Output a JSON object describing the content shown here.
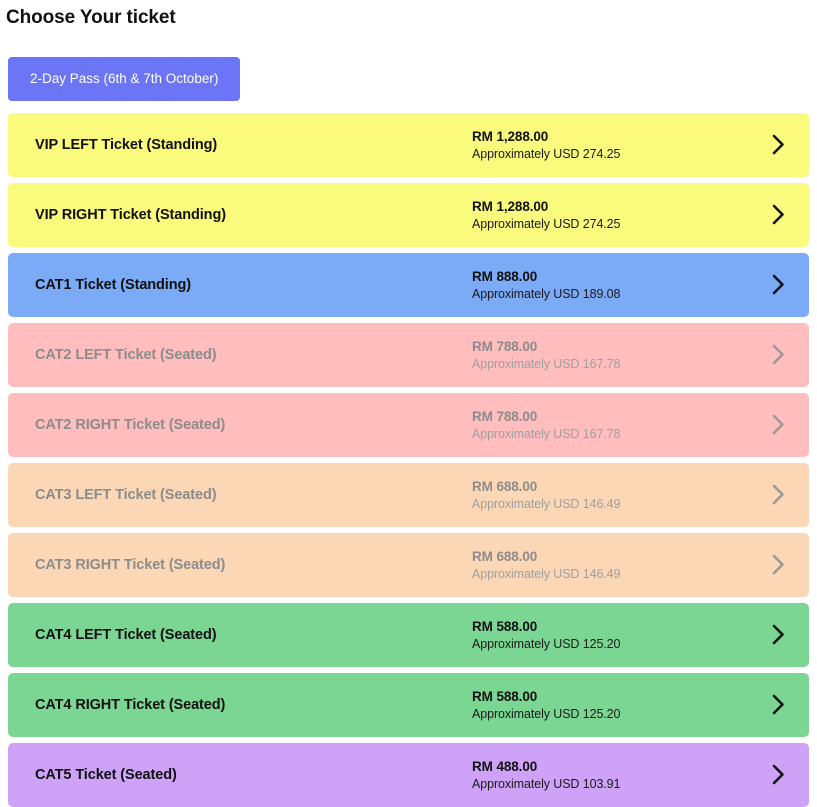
{
  "header": {
    "title": "Choose Your ticket"
  },
  "pass_tabs": [
    {
      "label": "2-Day Pass (6th & 7th October)",
      "selected": true,
      "bg": "#6C75F5",
      "color": "#FFFFFF"
    }
  ],
  "tickets": [
    {
      "name": "VIP LEFT Ticket (Standing)",
      "price": "RM 1,288.00",
      "approx": "Approximately USD 274.25",
      "bg": "#FAFA7D",
      "disabled": false,
      "chevron_icon": "chevron-right-icon"
    },
    {
      "name": "VIP RIGHT Ticket (Standing)",
      "price": "RM 1,288.00",
      "approx": "Approximately USD 274.25",
      "bg": "#FAFA7D",
      "disabled": false,
      "chevron_icon": "chevron-right-icon"
    },
    {
      "name": "CAT1 Ticket (Standing)",
      "price": "RM 888.00",
      "approx": "Approximately USD 189.08",
      "bg": "#7BAAF7",
      "disabled": false,
      "chevron_icon": "chevron-right-icon"
    },
    {
      "name": "CAT2 LEFT Ticket (Seated)",
      "price": "RM 788.00",
      "approx": "Approximately USD 167.78",
      "bg": "#FFBDBD",
      "disabled": true,
      "chevron_icon": "chevron-right-icon"
    },
    {
      "name": "CAT2 RIGHT Ticket (Seated)",
      "price": "RM 788.00",
      "approx": "Approximately USD 167.78",
      "bg": "#FFBDBD",
      "disabled": true,
      "chevron_icon": "chevron-right-icon"
    },
    {
      "name": "CAT3 LEFT Ticket (Seated)",
      "price": "RM 688.00",
      "approx": "Approximately USD 146.49",
      "bg": "#FBD7B5",
      "disabled": true,
      "chevron_icon": "chevron-right-icon"
    },
    {
      "name": "CAT3 RIGHT Ticket (Seated)",
      "price": "RM 688.00",
      "approx": "Approximately USD 146.49",
      "bg": "#FBD7B5",
      "disabled": true,
      "chevron_icon": "chevron-right-icon"
    },
    {
      "name": "CAT4 LEFT Ticket (Seated)",
      "price": "RM 588.00",
      "approx": "Approximately USD 125.20",
      "bg": "#7BD693",
      "disabled": false,
      "chevron_icon": "chevron-right-icon"
    },
    {
      "name": "CAT4 RIGHT Ticket (Seated)",
      "price": "RM 588.00",
      "approx": "Approximately USD 125.20",
      "bg": "#7BD693",
      "disabled": false,
      "chevron_icon": "chevron-right-icon"
    },
    {
      "name": "CAT5 Ticket (Seated)",
      "price": "RM 488.00",
      "approx": "Approximately USD 103.91",
      "bg": "#CDA2F7",
      "disabled": false,
      "chevron_icon": "chevron-right-icon"
    }
  ]
}
